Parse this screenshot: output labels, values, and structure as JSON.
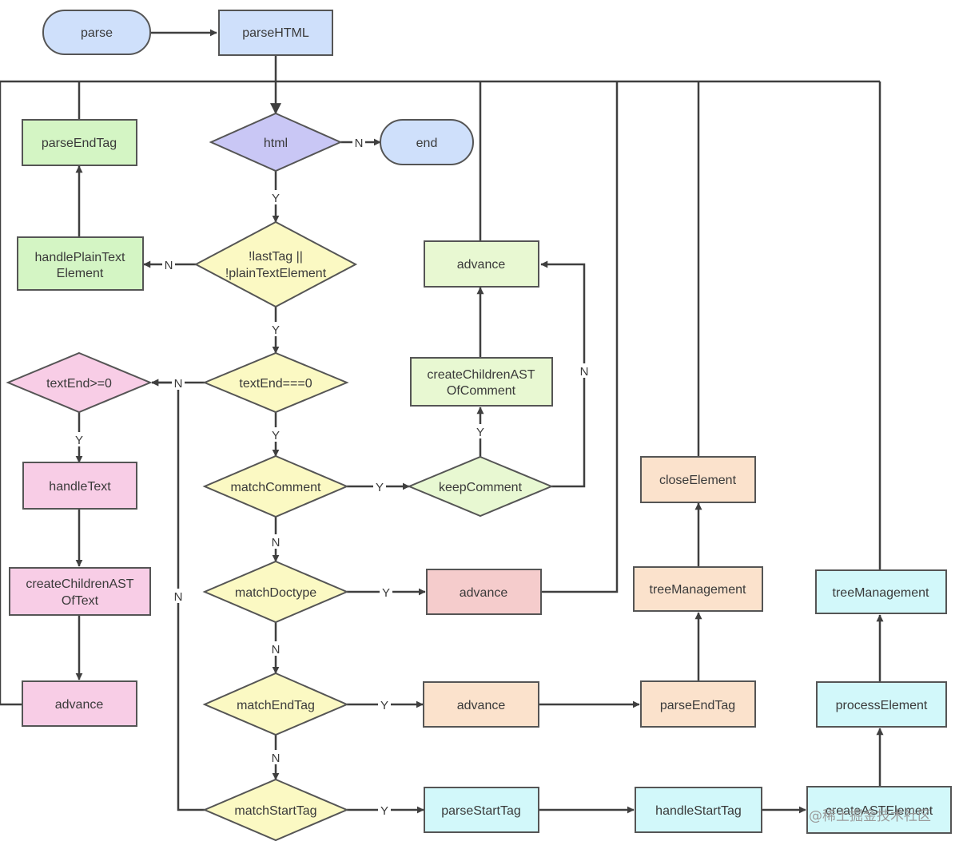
{
  "colors": {
    "blue": "#cfe0fb",
    "purple": "#c9c7f5",
    "green": "#d4f5c4",
    "lightgreen": "#e8f8d2",
    "yellow": "#fbf9c3",
    "pink": "#f8cde6",
    "salmon": "#f5cccc",
    "peach": "#fbe2cc",
    "cyan": "#d2f8fa",
    "line": "#3f3f3f"
  },
  "nodes": {
    "parse": "parse",
    "parseHTML": "parseHTML",
    "html": "html",
    "end": "end",
    "parseEndTag1": "parseEndTag",
    "handlePlainTextElement": [
      "handlePlainText",
      "Element"
    ],
    "lastTag": [
      "!lastTag ||",
      "!plainTextElement"
    ],
    "advance1": "advance",
    "createChildrenASTOfComment": [
      "createChildrenAST",
      "OfComment"
    ],
    "textEnd0": "textEnd===0",
    "textEndGe0": "textEnd>=0",
    "handleText": "handleText",
    "matchComment": "matchComment",
    "keepComment": "keepComment",
    "closeElement": "closeElement",
    "createChildrenASTOfText": [
      "createChildrenAST",
      "OfText"
    ],
    "matchDoctype": "matchDoctype",
    "advance2": "advance",
    "treeManagement1": "treeManagement",
    "treeManagement2": "treeManagement",
    "advance3": "advance",
    "matchEndTag": "matchEndTag",
    "advance4": "advance",
    "parseEndTag2": "parseEndTag",
    "processElement": "processElement",
    "matchStartTag": "matchStartTag",
    "parseStartTag": "parseStartTag",
    "handleStartTag": "handleStartTag",
    "createASTElement": "createASTElement"
  },
  "edge_labels": {
    "yes": "Y",
    "no": "N"
  },
  "watermark": "@稀土掘金技术社区"
}
